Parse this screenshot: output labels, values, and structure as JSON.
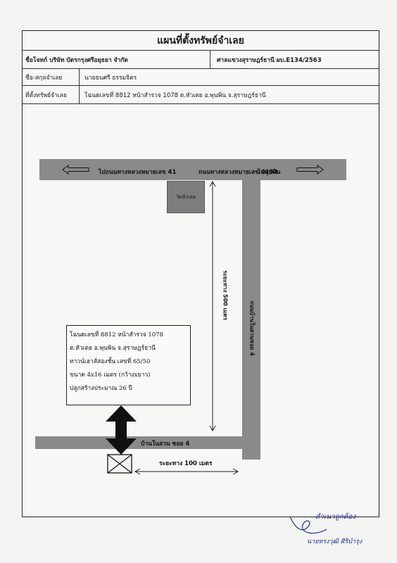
{
  "header": {
    "title": "แผนที่ตั้งทรัพย์จำเลย",
    "plaintiff_label": "ชื่อโจทก์ บริษัท บัตรกรุงศรีอยุธยา จำกัด",
    "court_case": "ศาลแขวงสุราษฎร์ธานี ผบ.E134/2563",
    "defendant_label": "ชื่อ-สกุลจำเลย",
    "defendant_name": "นายธนศรี ธรรมจิตร",
    "location_label": "ที่ตั้งทรัพย์จำเลย",
    "location_value": "โฉนดเลขที่ 8812 หน้าสำรวจ 1078 ต.หัวเตย อ.พุนพิน จ.สุราษฎร์ธานี"
  },
  "map": {
    "road_top_left": "ไปถนนทางหลวงหมายเลข 41",
    "road_top_mid": "ถนนทางหลวงหมายเลข 4153",
    "road_top_right": "ไปพุนพิน",
    "temple": "วัดหัวเตย",
    "distance_vertical": "ระยะทาง 500 เมตร",
    "road_vertical": "ถนนบ้านในสวนซอย 4",
    "road_bottom": "บ้านในสวน ซอย 4",
    "distance_horizontal": "ระยะทาง 100 เมตร"
  },
  "infobox": {
    "line1": "โฉนดเลขที่ 8812 หน้าสำรวจ 1078",
    "line2": "ต.หัวเตย อ.พุนพิน จ.สุราษฎร์ธานี",
    "line3": "ทาวน์เฮาส์สองชั้น เลขที่ 65/50",
    "line4": "ขนาด 4x16 เมตร (กว้างxยาว)",
    "line5": "ปลูกสร้างประมาณ 26 ปี"
  },
  "signature": {
    "certified": "สำเนาถูกต้อง",
    "name": "นายทรงวุฒิ ศิริบำรุง"
  }
}
